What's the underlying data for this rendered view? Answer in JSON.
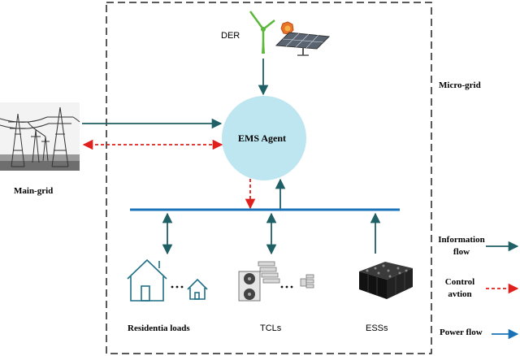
{
  "labels": {
    "der": "DER",
    "micro_grid": "Micro-grid",
    "ems_agent": "EMS Agent",
    "main_grid": "Main-grid",
    "residential_loads": "Residentia loads",
    "tcls": "TCLs",
    "esss": "ESSs"
  },
  "legend": {
    "information_flow": [
      "Information",
      "flow"
    ],
    "control_action": [
      "Control",
      "avtion"
    ],
    "power_flow": "Power flow"
  },
  "colors": {
    "information": "#1f5f66",
    "control": "#e0201c",
    "power": "#1a73b8",
    "ems_fill": "#bde6f0",
    "turbine": "#5cb83a"
  },
  "icons": [
    "power-tower-icon",
    "wind-turbine-icon",
    "solar-panel-icon",
    "house-icon",
    "air-conditioner-icon",
    "battery-icon"
  ]
}
